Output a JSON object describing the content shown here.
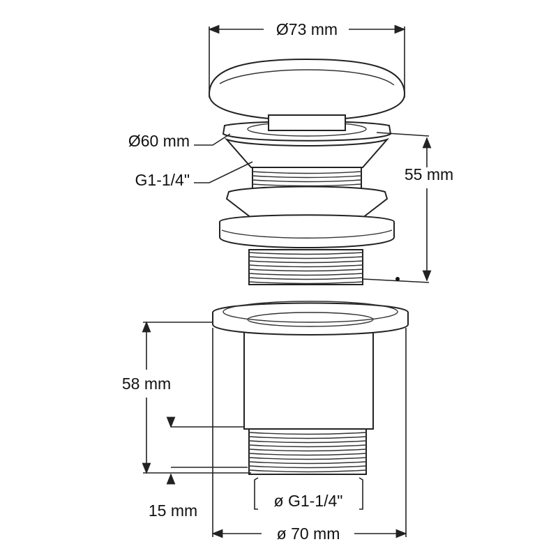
{
  "dimensions": {
    "cap_diameter": "Ø73 mm",
    "flange_diameter": "Ø60 mm",
    "thread_upper": "G1-1/4\"",
    "upper_height": "55 mm",
    "body_height": "58 mm",
    "thread_length": "15 mm",
    "thread_lower": "ø G1-1/4\"",
    "body_diameter": "ø 70 mm"
  },
  "colors": {
    "line": "#222222",
    "background": "#ffffff"
  }
}
